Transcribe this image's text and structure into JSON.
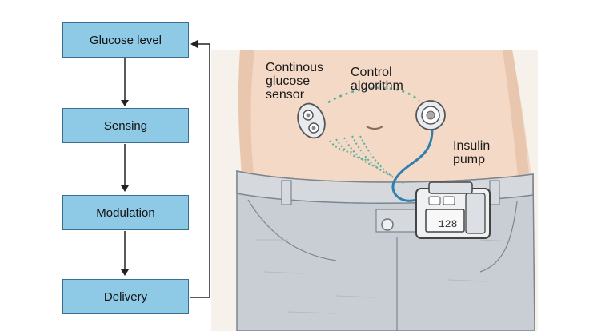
{
  "flowchart": {
    "steps": [
      "Glucose level",
      "Sensing",
      "Modulation",
      "Delivery"
    ]
  },
  "illustration": {
    "sensor_label": [
      "Continous",
      "glucose",
      "sensor"
    ],
    "algorithm_label": [
      "Control",
      "algorithm"
    ],
    "pump_label": [
      "Insulin",
      "pump"
    ],
    "pump_display": "128"
  },
  "colors": {
    "box_fill": "#8ecae6",
    "box_border": "#3b6f8f",
    "skin": "#f3d9c6",
    "denim": "#c9ced4",
    "signal": "#5fae9c"
  }
}
